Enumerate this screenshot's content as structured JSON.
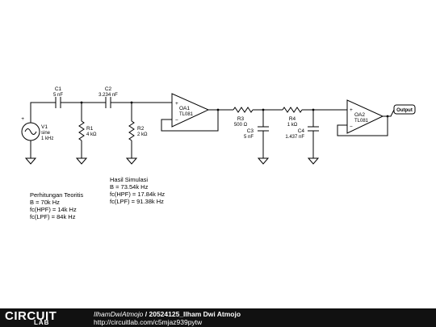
{
  "components": {
    "v1": {
      "name": "V1",
      "type": "sine",
      "freq": "1 kHz"
    },
    "c1": {
      "name": "C1",
      "value": "5 nF"
    },
    "c2": {
      "name": "C2",
      "value": "3.234 nF"
    },
    "r1": {
      "name": "R1",
      "value": "4 kΩ"
    },
    "r2": {
      "name": "R2",
      "value": "2 kΩ"
    },
    "oa1": {
      "name": "OA1",
      "model": "TL081"
    },
    "r3": {
      "name": "R3",
      "value": "500 Ω"
    },
    "c3": {
      "name": "C3",
      "value": "5 nF"
    },
    "r4": {
      "name": "R4",
      "value": "1 kΩ"
    },
    "c4": {
      "name": "C4",
      "value": "1.437 nF"
    },
    "oa2": {
      "name": "OA2",
      "model": "TL081"
    },
    "output": {
      "label": "Output"
    }
  },
  "notes": {
    "simulasi": {
      "title": "Hasil Simulasi",
      "b": "B = 73.54k Hz",
      "hpf": "fc(HPF) = 17.84k Hz",
      "lpf": "fc(LPF) = 91.38k Hz"
    },
    "teoritis": {
      "title": "Perhitungan Teoritis",
      "b": "B = 70k Hz",
      "hpf": "fc(HPF) = 14k Hz",
      "lpf": "fc(LPF) = 84k Hz"
    }
  },
  "footer": {
    "logo": "CIRCUIT",
    "logo_sub": "LAB",
    "author": "IlhamDwiAtmojo",
    "separator": " / ",
    "title": "20524125_Ilham Dwi Atmojo",
    "url": "http://circuitlab.com/c5mjaz939pytw"
  },
  "colors": {
    "footer_bg": "#111111",
    "wire": "#000000"
  }
}
